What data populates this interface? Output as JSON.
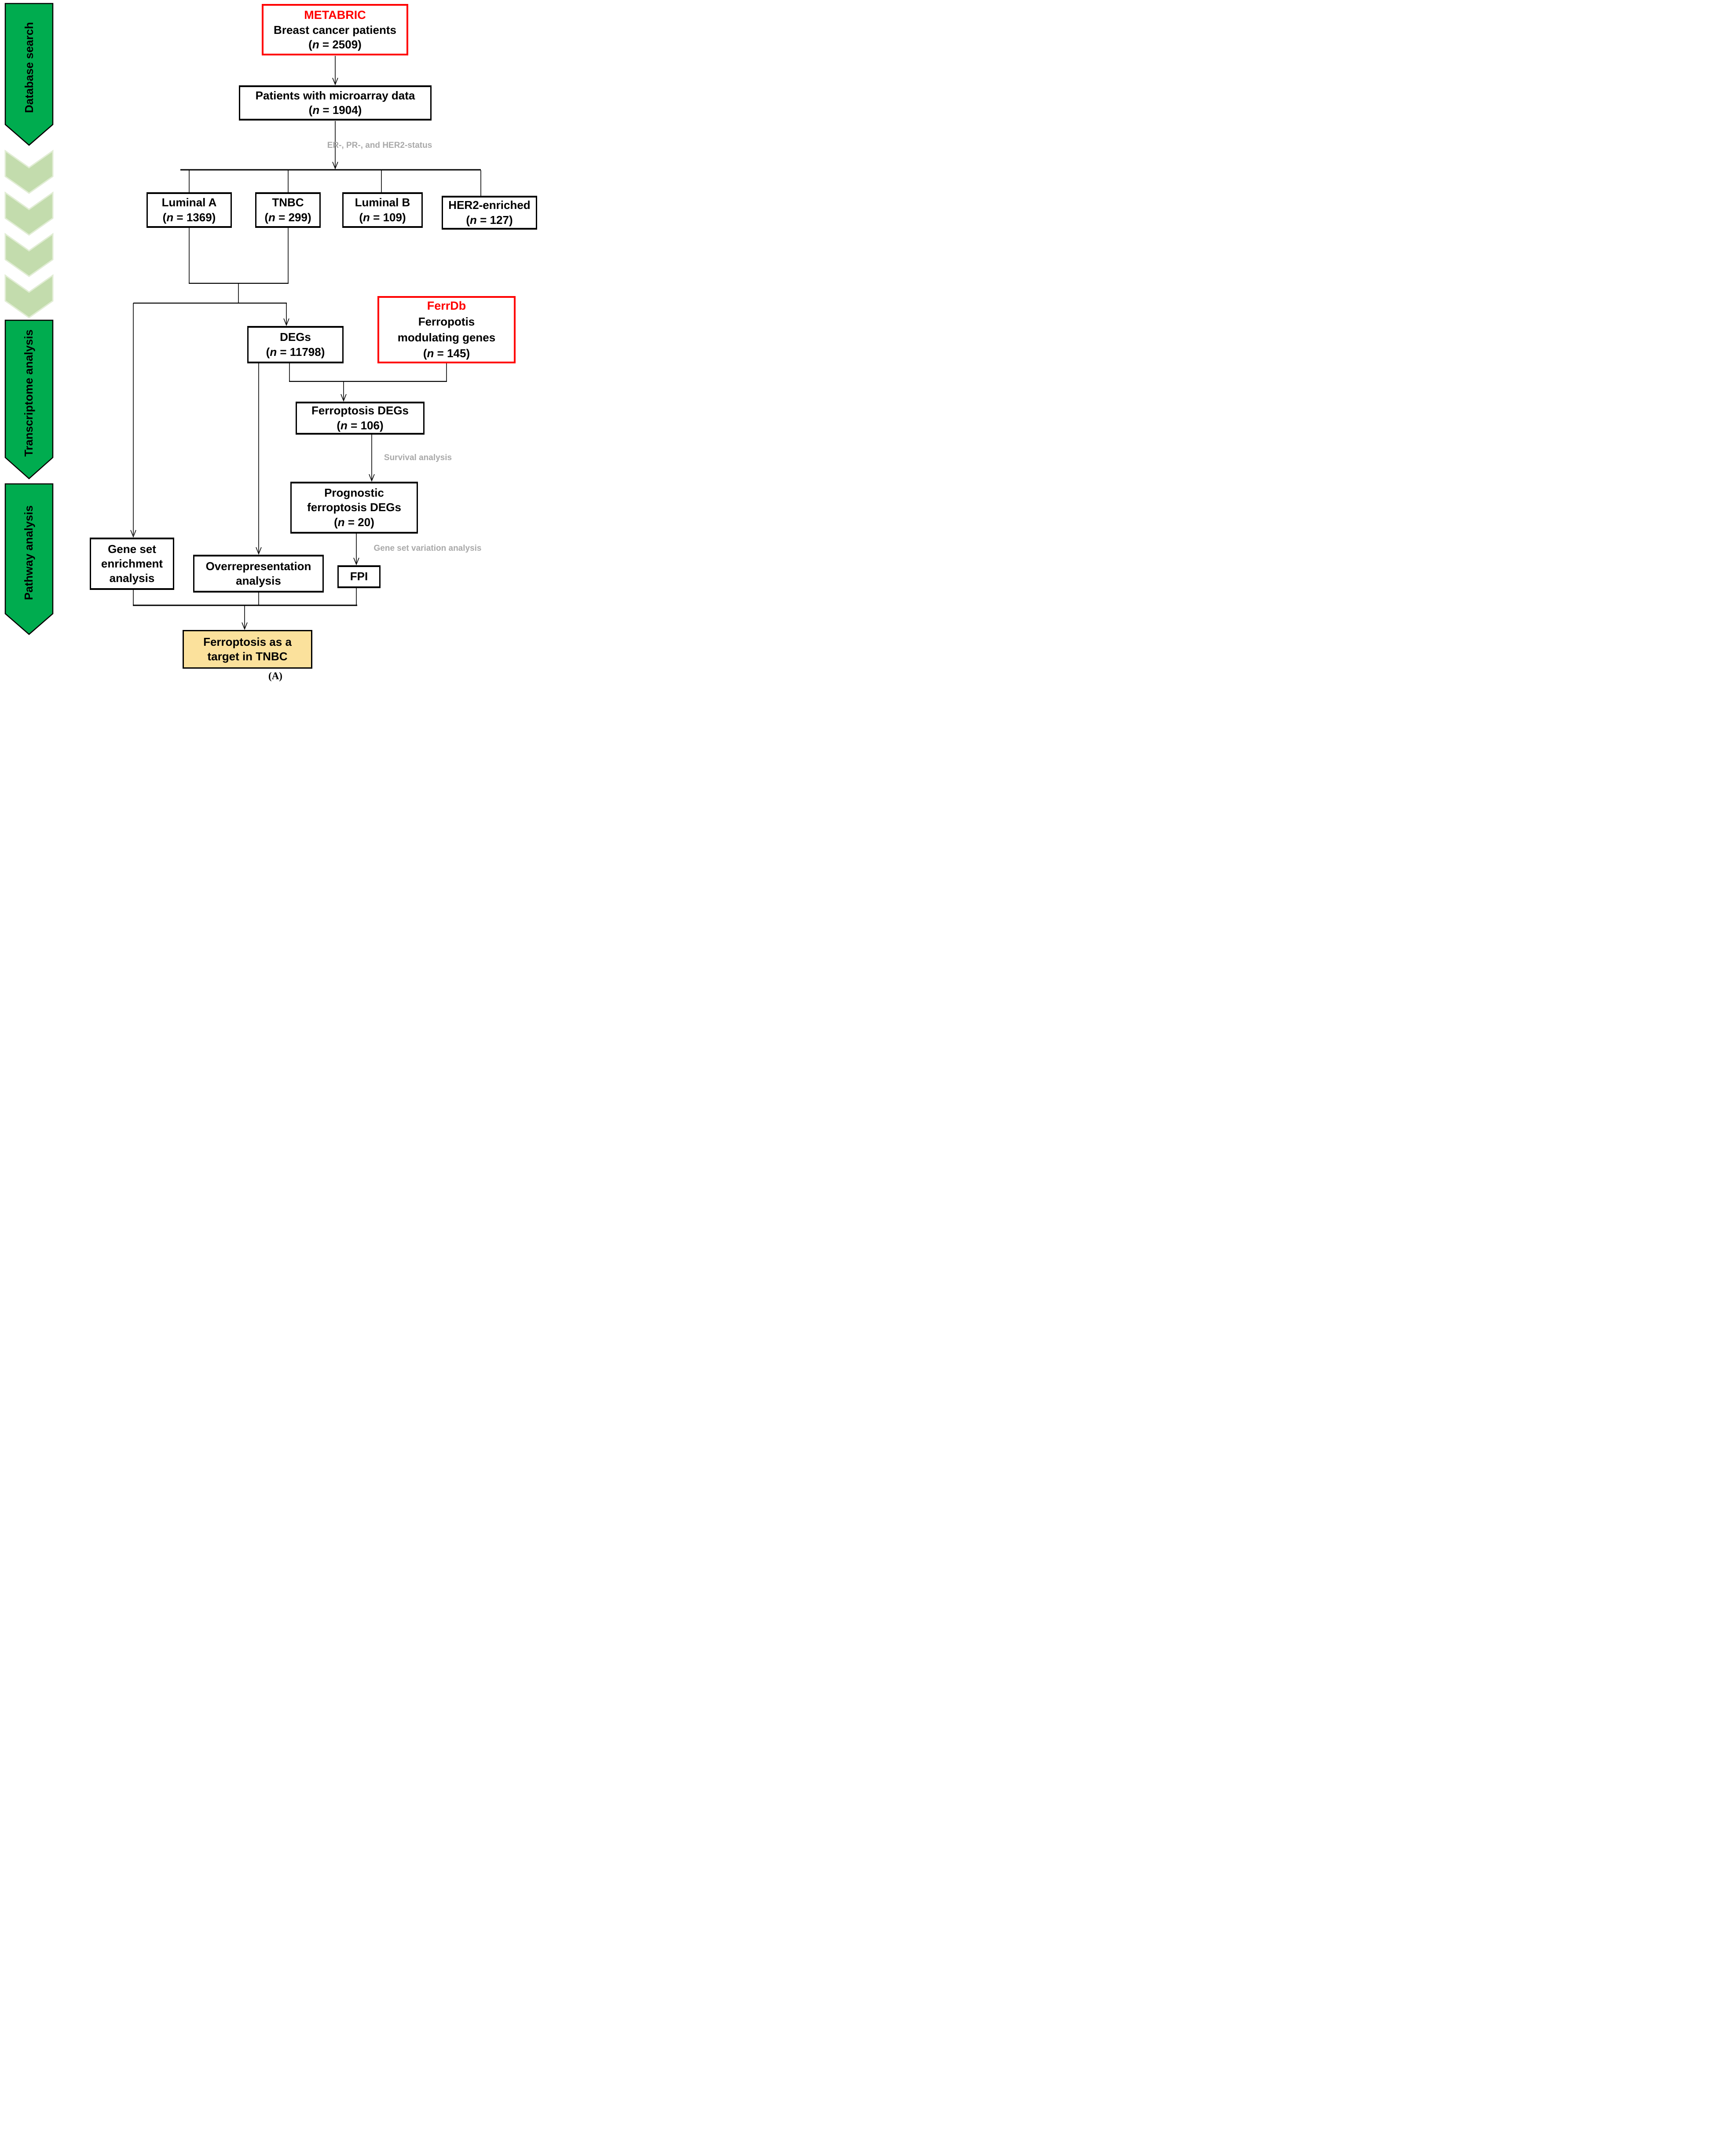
{
  "colors": {
    "green": "#00ac4f",
    "chevron": "#c3dcad",
    "chevron_border": "#e1edd4",
    "red": "#ff0000",
    "yellow": "#fbe19c",
    "gray": "#a9a9a9"
  },
  "sidebar": {
    "stages": [
      {
        "label": "Database search"
      },
      {
        "label": "Transcriptome analysis"
      },
      {
        "label": "Pathway analysis"
      }
    ]
  },
  "labels": {
    "er_pr_her2": "ER-, PR-, and HER2-status",
    "survival": "Survival analysis",
    "gsva": "Gene set variation analysis"
  },
  "boxes": {
    "metabric": {
      "title": "METABRIC",
      "line2": "Breast cancer patients",
      "n": "2509"
    },
    "microarray": {
      "line1": "Patients with microarray data",
      "n": "1904"
    },
    "luminal_a": {
      "line1": "Luminal A",
      "n": "1369"
    },
    "tnbc": {
      "line1": "TNBC",
      "n": "299"
    },
    "luminal_b": {
      "line1": "Luminal B",
      "n": "109"
    },
    "her2": {
      "line1": "HER2-enriched",
      "n": "127"
    },
    "degs": {
      "line1": "DEGs",
      "n": "11798"
    },
    "ferrdb": {
      "title": "FerrDb",
      "line2": "Ferropotis",
      "line3": "modulating genes",
      "n": "145"
    },
    "ferroptosis_degs": {
      "line1": "Ferroptosis DEGs",
      "n": "106"
    },
    "prognostic": {
      "line1": "Prognostic",
      "line2": "ferroptosis DEGs",
      "n": "20"
    },
    "gsea": {
      "line1": "Gene set",
      "line2": "enrichment",
      "line3": "analysis"
    },
    "ora": {
      "line1": "Overrepresentation",
      "line2": "analysis"
    },
    "fpi": {
      "line1": "FPI"
    },
    "target": {
      "line1": "Ferroptosis as a",
      "line2": "target in TNBC"
    }
  },
  "figure_label": "(A)"
}
